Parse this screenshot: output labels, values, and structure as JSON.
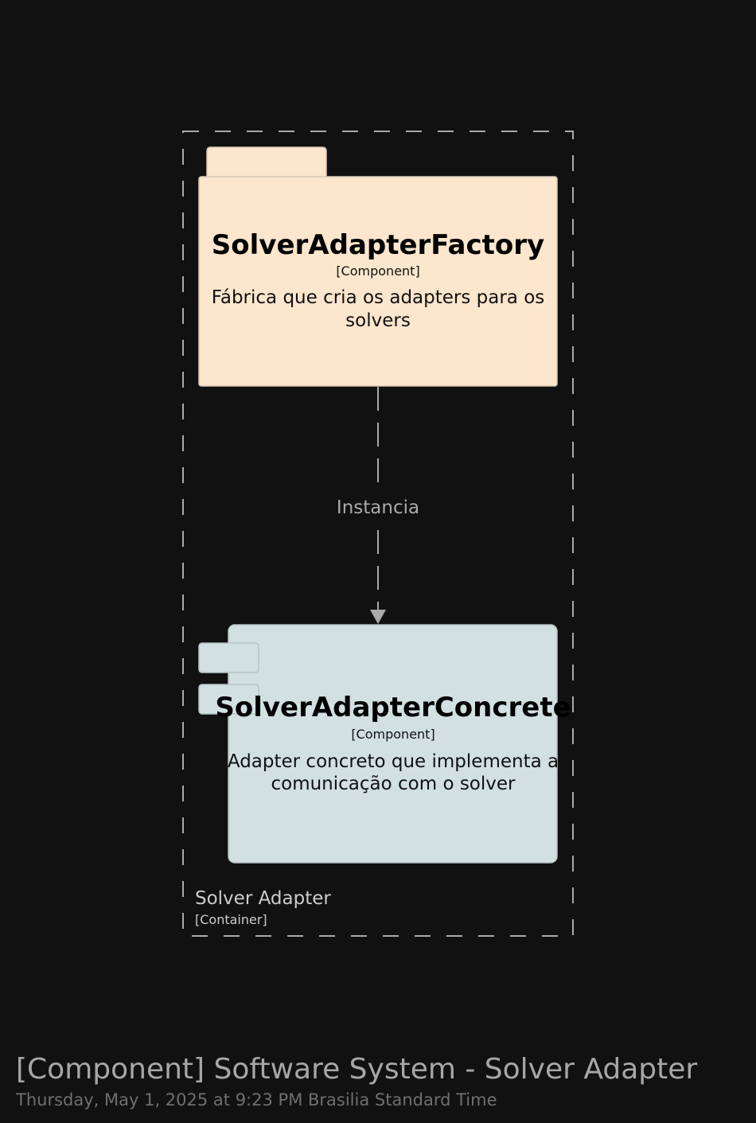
{
  "boundary": {
    "title": "Solver Adapter",
    "type": "[Container]"
  },
  "factory": {
    "title": "SolverAdapterFactory",
    "type": "[Component]",
    "desc_line1": "Fábrica que cria os adapters para os",
    "desc_line2": "solvers",
    "shape": "folder",
    "fill": "#FCE6CD"
  },
  "concrete": {
    "title": "SolverAdapterConcrete",
    "type": "[Component]",
    "desc_line1": "Adapter concreto que implementa a",
    "desc_line2": "comunicação com o solver",
    "shape": "component",
    "fill": "#D2E0E2"
  },
  "edge": {
    "label": "Instancia",
    "style": "dashed",
    "color": "#AAAAAA"
  },
  "footer": {
    "title": "[Component] Software System - Solver Adapter",
    "date": "Thursday, May 1, 2025 at 9:23 PM Brasilia Standard Time"
  },
  "colors": {
    "background": "#111111",
    "boundary": "#AAAAAA"
  }
}
